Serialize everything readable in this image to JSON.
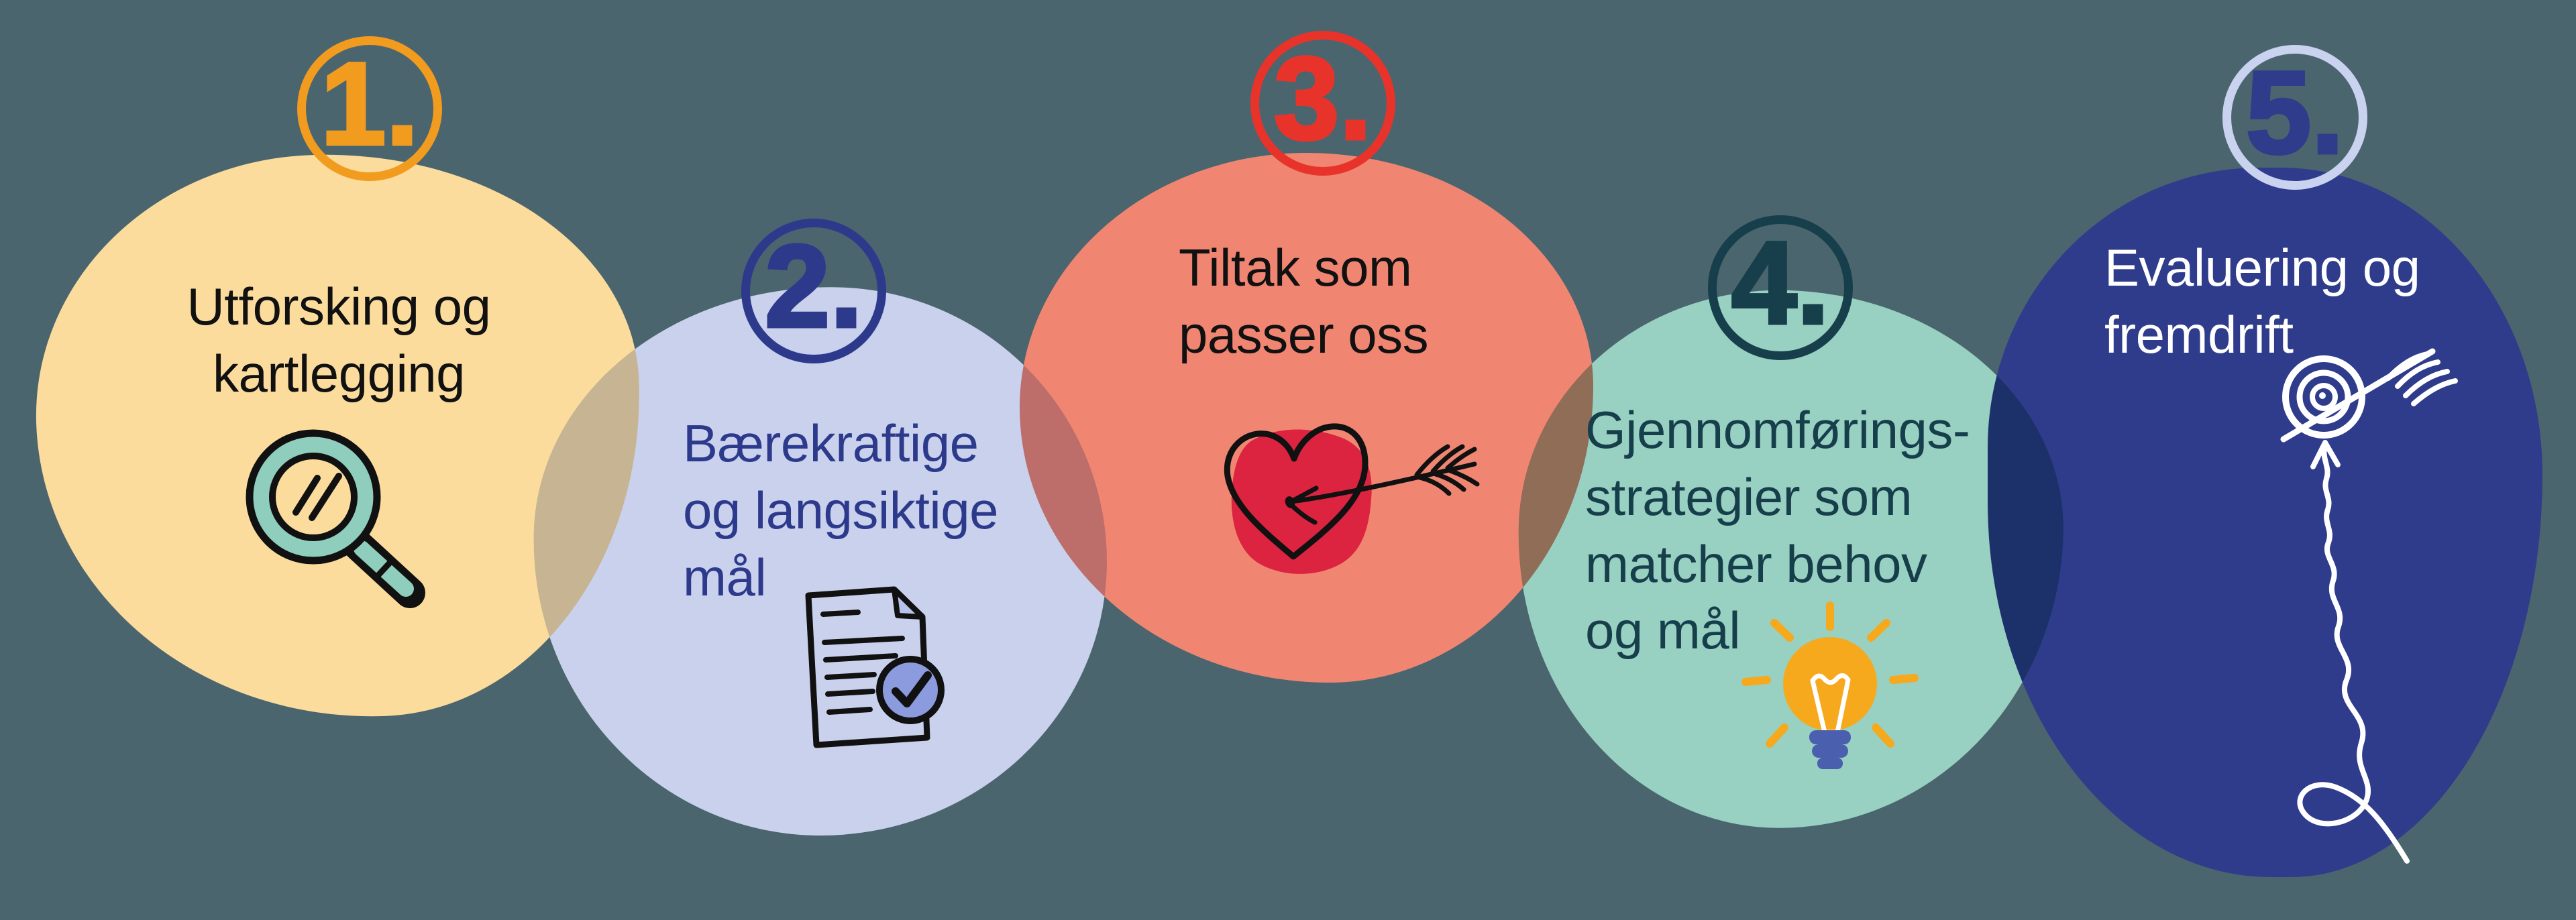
{
  "background_color": "#4A656E",
  "steps": [
    {
      "number": "1.",
      "label": "Utforsking og kartlegging",
      "lines": [
        "Utforsking og",
        "kartlegging"
      ],
      "accent_color": "#F29C1F",
      "number_color": "#F29C1F",
      "blob_color": "#FBDC9D",
      "text_color": "#111111",
      "icon": "magnifying-glass-icon",
      "icon_colors": {
        "glass": "#8FCDBD",
        "lens": "#FBDC9D",
        "outline": "#111111"
      }
    },
    {
      "number": "2.",
      "label": "Bærekraftige og langsiktige mål",
      "lines": [
        "Bærekraftige",
        "og langsiktige",
        "mål"
      ],
      "accent_color": "#2D3A8C",
      "number_color": "#2D3A8C",
      "blob_color": "#C9D1ED",
      "text_color": "#2D3A8C",
      "icon": "document-check-icon",
      "icon_colors": {
        "paper": "#C9D1ED",
        "fold": "#B7C2EA",
        "badge": "#8B9BDE",
        "outline": "#111111"
      }
    },
    {
      "number": "3.",
      "label": "Tiltak som passer oss",
      "lines": [
        "Tiltak som",
        "passer oss"
      ],
      "accent_color": "#E8332B",
      "number_color": "#E8332B",
      "blob_color": "#F08672",
      "text_color": "#111111",
      "icon": "heart-arrow-icon",
      "icon_colors": {
        "heart_fill": "#DC2340",
        "outline": "#111111"
      }
    },
    {
      "number": "4.",
      "label": "Gjennomførings­strategier som matcher behov og mål",
      "lines": [
        "Gjennomførings-",
        "strategier som",
        "matcher behov",
        "og mål"
      ],
      "accent_color": "#173F4B",
      "number_color": "#173F4B",
      "blob_color": "#98D0C2",
      "text_color": "#173F4B",
      "icon": "lightbulb-icon",
      "icon_colors": {
        "bulb": "#F6A91D",
        "base": "#4A5FAD",
        "filament": "#FFFFFF"
      }
    },
    {
      "number": "5.",
      "label": "Evaluering og fremdrift",
      "lines": [
        "Evaluering og",
        "fremdrift"
      ],
      "accent_color": "#C9D3F0",
      "number_color": "#2E3C8B",
      "blob_color": "#2E3C8B",
      "text_color": "#FFFFFF",
      "icon": "target-arrow-icon",
      "icon_colors": {
        "stroke": "#FFFFFF"
      }
    }
  ]
}
